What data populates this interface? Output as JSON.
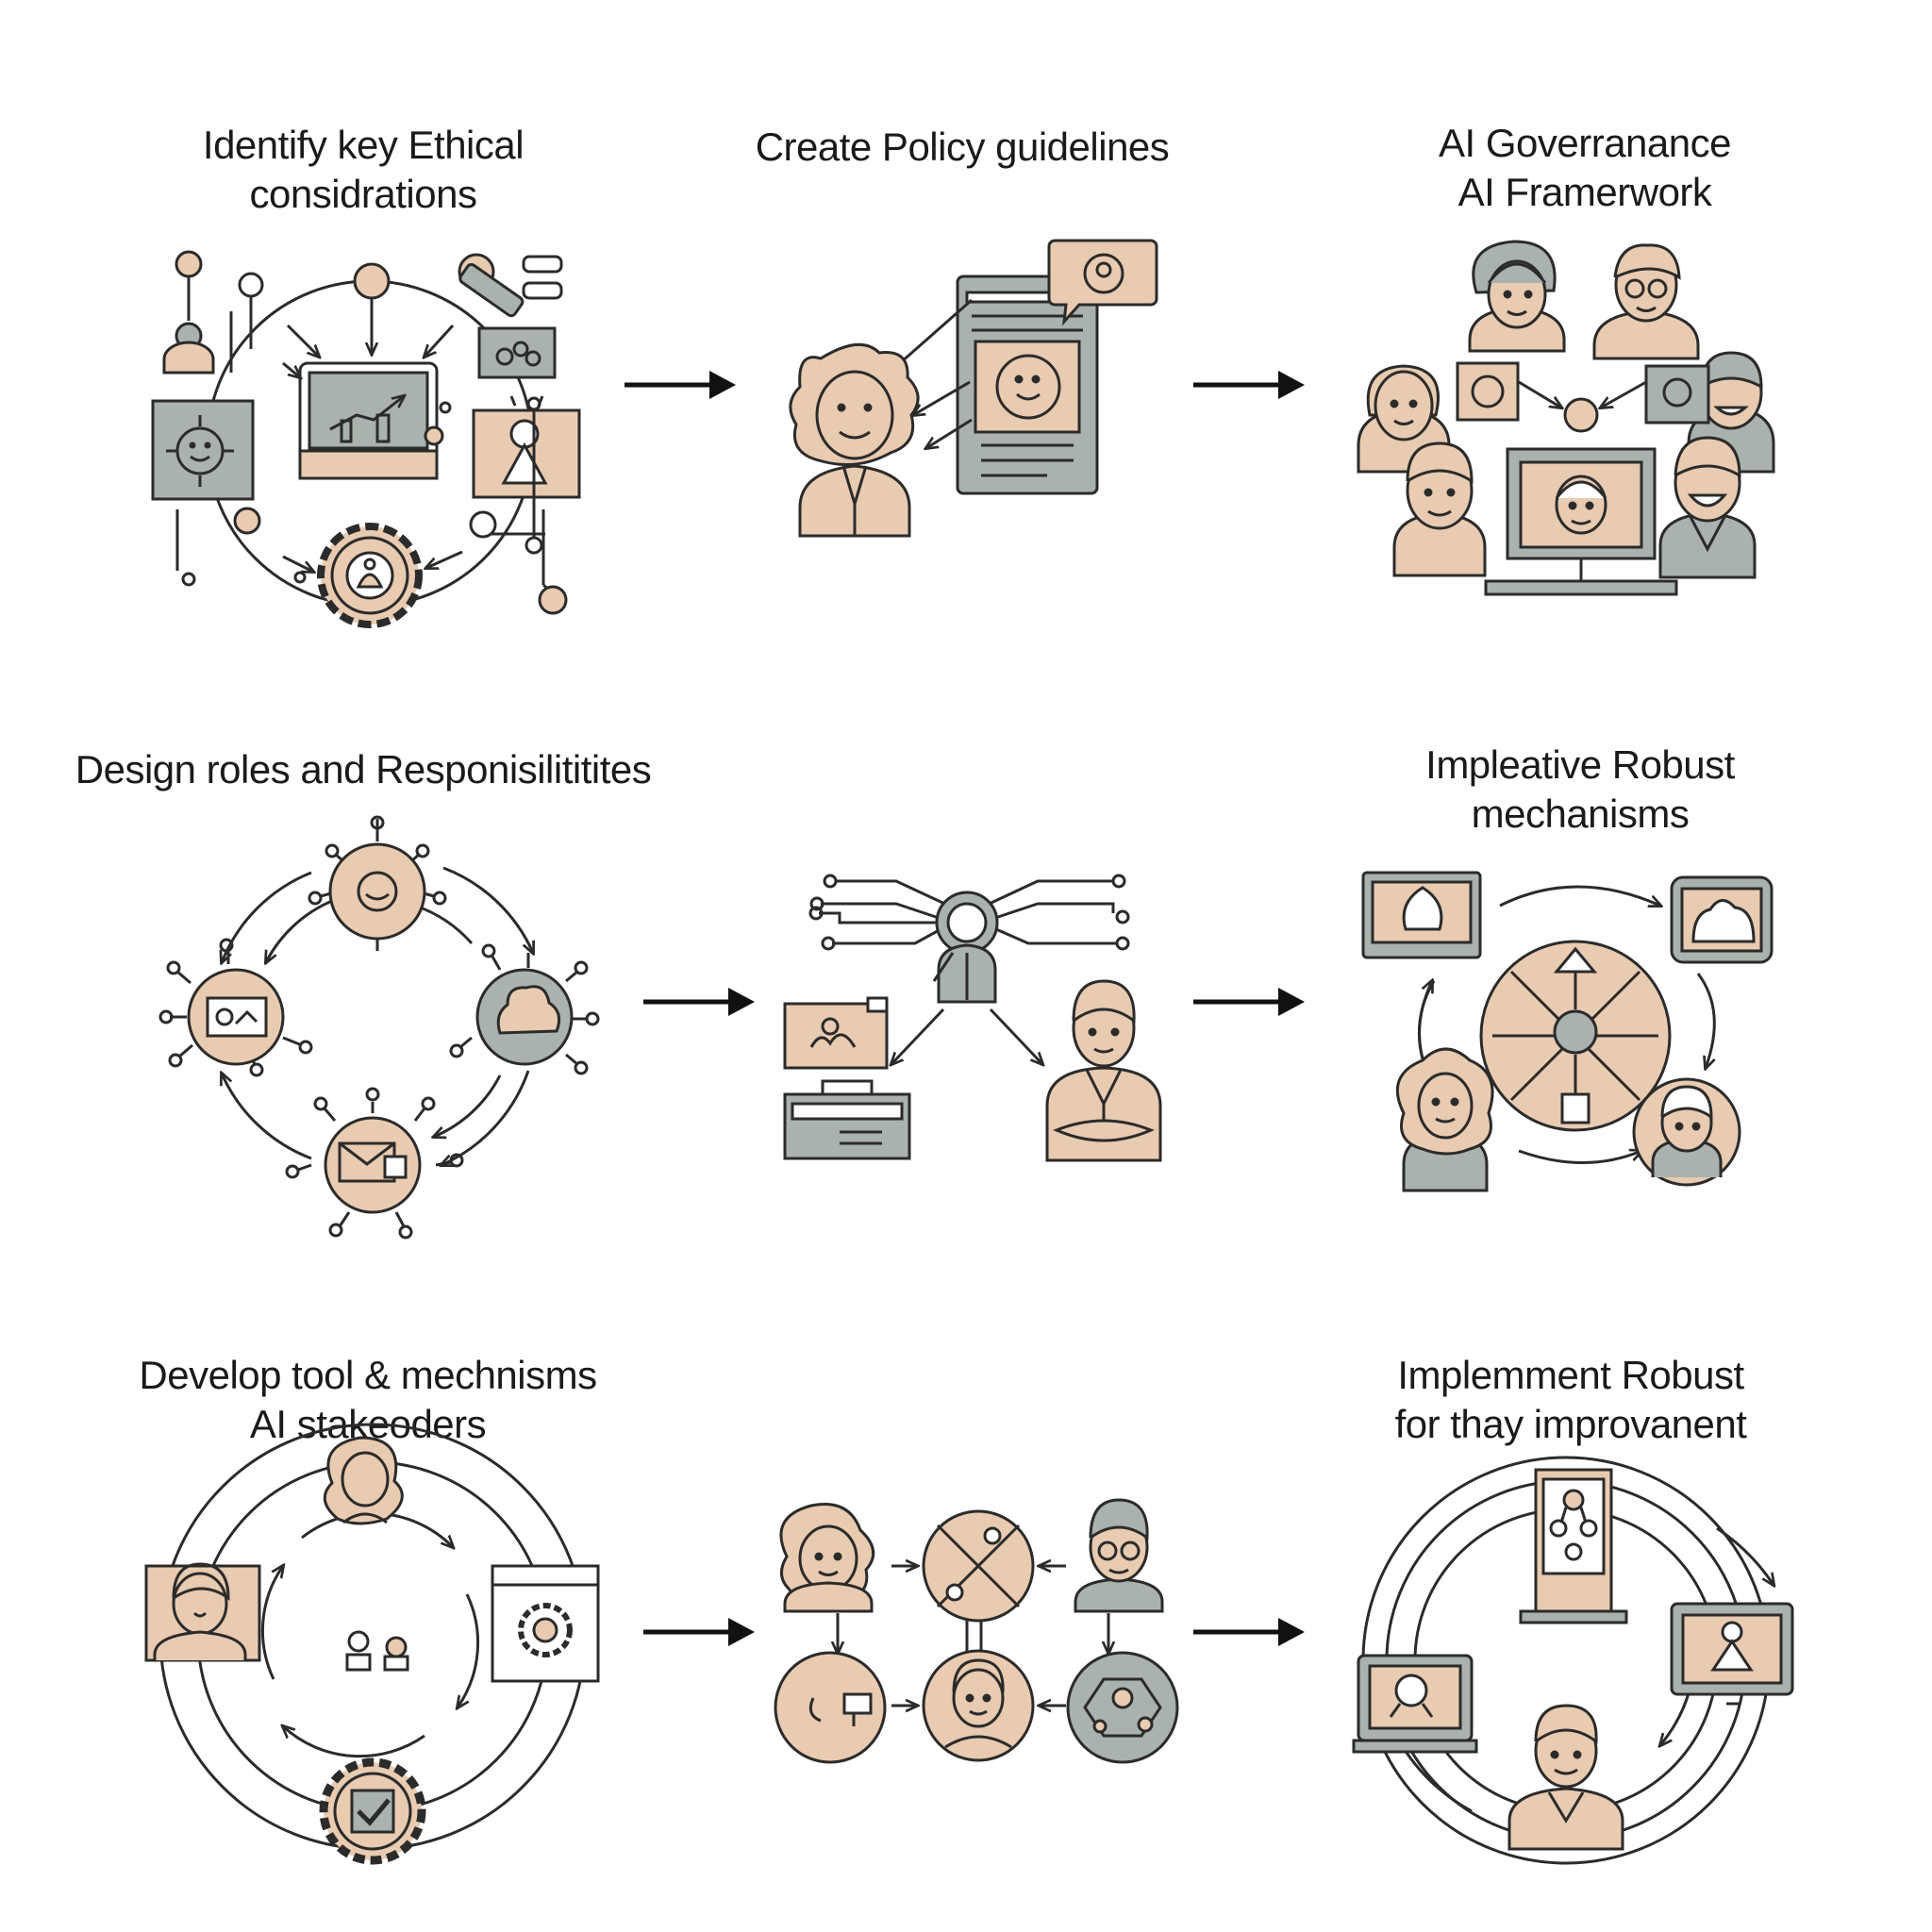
{
  "colors": {
    "tan": "#e8cbb0",
    "gray": "#a9b2ac",
    "ink": "#2b2b2b",
    "white": "#ffffff"
  },
  "steps": [
    {
      "id": "step-1",
      "lines": [
        "Identify key Ethical",
        "considrations"
      ],
      "icon": "ethics-network-icon"
    },
    {
      "id": "step-2",
      "lines": [
        "Create Policy guidelines"
      ],
      "icon": "policy-document-icon"
    },
    {
      "id": "step-3",
      "lines": [
        "AI Goverranance",
        "AI Framerwork"
      ],
      "icon": "governance-team-icon"
    },
    {
      "id": "step-4",
      "lines": [
        "Design roles and Responisilititites"
      ],
      "icon": "roles-cycle-icon"
    },
    {
      "id": "step-5",
      "lines": [],
      "icon": "responsibility-hub-icon"
    },
    {
      "id": "step-6",
      "lines": [
        "Impleative Robust",
        "mechanisms"
      ],
      "icon": "robust-mechanisms-icon"
    },
    {
      "id": "step-7",
      "lines": [
        "Develop tool & mechnisms",
        "AI stakeoders"
      ],
      "icon": "stakeholder-tools-icon"
    },
    {
      "id": "step-8",
      "lines": [],
      "icon": "collaboration-grid-icon"
    },
    {
      "id": "step-9",
      "lines": [
        "Implemment Robust",
        "for thay improvanent"
      ],
      "icon": "continuous-improvement-icon"
    }
  ]
}
